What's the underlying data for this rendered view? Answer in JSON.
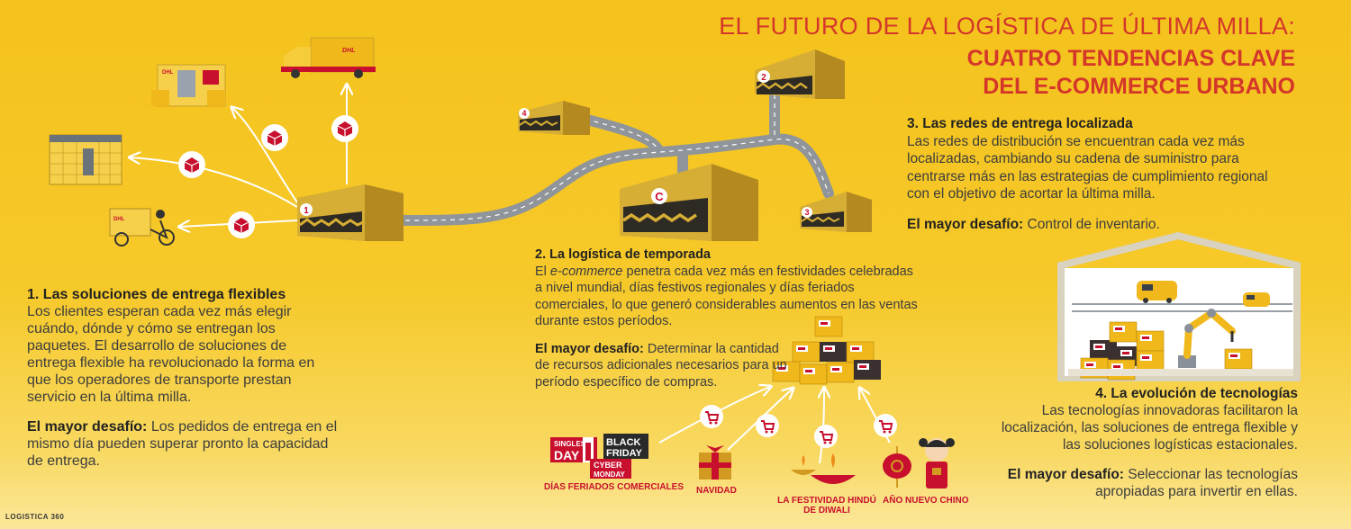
{
  "header": {
    "title_line1": "EL FUTURO DE LA LOGÍSTICA DE ÚLTIMA MILLA:",
    "title_line2": "CUATRO TENDENCIAS CLAVE",
    "title_line3": "DEL E-COMMERCE URBANO"
  },
  "section1": {
    "heading": "1. Las soluciones de entrega flexibles",
    "body": "Los clientes esperan cada vez más elegir cuándo, dónde y cómo se entregan los paquetes. El desarrollo de soluciones de entrega flexible ha revolucionado la forma en que los operadores de transporte prestan servicio en la última milla.",
    "challenge_label": "El mayor desafío:",
    "challenge_text": " Los pedidos de entrega en el mismo día pueden superar pronto la capacidad de entrega."
  },
  "section2": {
    "heading": "2. La logística de temporada",
    "body_prefix": "El ",
    "body_em": "e-commerce",
    "body_rest": " penetra cada vez más en festividades celebradas a nivel mundial, días festivos regionales y días feriados comerciales, lo que generó considerables aumentos en las ventas durante estos períodos.",
    "challenge_label": "El mayor desafío:",
    "challenge_text": " Determinar la cantidad de recursos adicionales necesarios para un período específico de compras."
  },
  "section3": {
    "heading": "3. Las redes de entrega localizada",
    "body": "Las redes de distribución se encuentran cada vez más localizadas, cambiando su cadena de suministro para centrarse más en las estrategias de cumplimiento regional con el objetivo de acortar la última milla.",
    "challenge_label": "El mayor desafío:",
    "challenge_text": " Control de inventario."
  },
  "section4": {
    "heading": "4. La evolución de tecnologías",
    "body": "Las tecnologías innovadoras facilitaron la localización, las soluciones de entrega flexible y las soluciones logísticas estacionales.",
    "challenge_label": "El mayor desafío:",
    "challenge_text": " Seleccionar las tecnologías apropiadas para invertir en ellas."
  },
  "warehouses": {
    "w1": "1",
    "w2": "2",
    "w3": "3",
    "w4": "4",
    "central": "C"
  },
  "holidays": {
    "commercial": "DÍAS FERIADOS COMERCIALES",
    "christmas": "NAVIDAD",
    "diwali_line1": "LA FESTIVIDAD HINDÚ",
    "diwali_line2": "DE DIWALI",
    "chinese_ny": "AÑO NUEVO CHINO"
  },
  "badges": {
    "singles_line1": "SINGLES",
    "singles_line2": "DAY",
    "black_line1": "BLACK",
    "black_line2": "FRIDAY",
    "cyber_line1": "CYBER",
    "cyber_line2": "MONDAY"
  },
  "brand": "DHL",
  "footer": "LOGISTICA 360",
  "colors": {
    "accent_red": "#d4372a",
    "dhl_red": "#c8102e",
    "warehouse": "#c9a02a",
    "road": "#9aa0a6",
    "background": "#f4c21c"
  },
  "icons": [
    "parcel-icon",
    "cart-icon",
    "delivery-truck-icon",
    "parcel-locker-icon",
    "cargo-bike-icon",
    "robot-arm-icon",
    "autonomous-van-icon"
  ]
}
